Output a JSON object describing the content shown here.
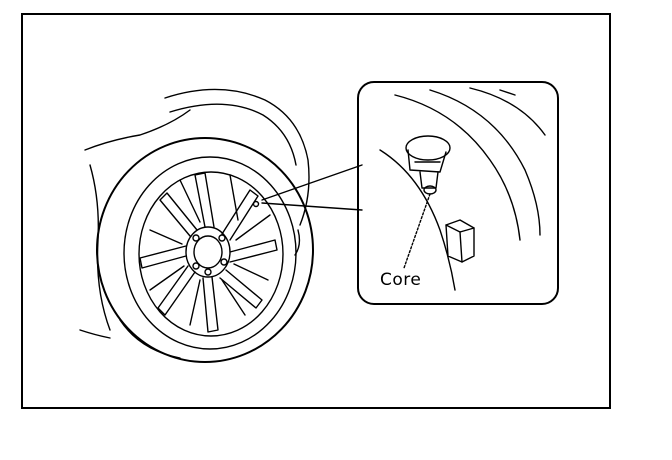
{
  "diagram": {
    "callout_label": "Core",
    "parts": [
      "tire-wheel",
      "valve-stem",
      "valve-cap",
      "valve-core"
    ]
  }
}
